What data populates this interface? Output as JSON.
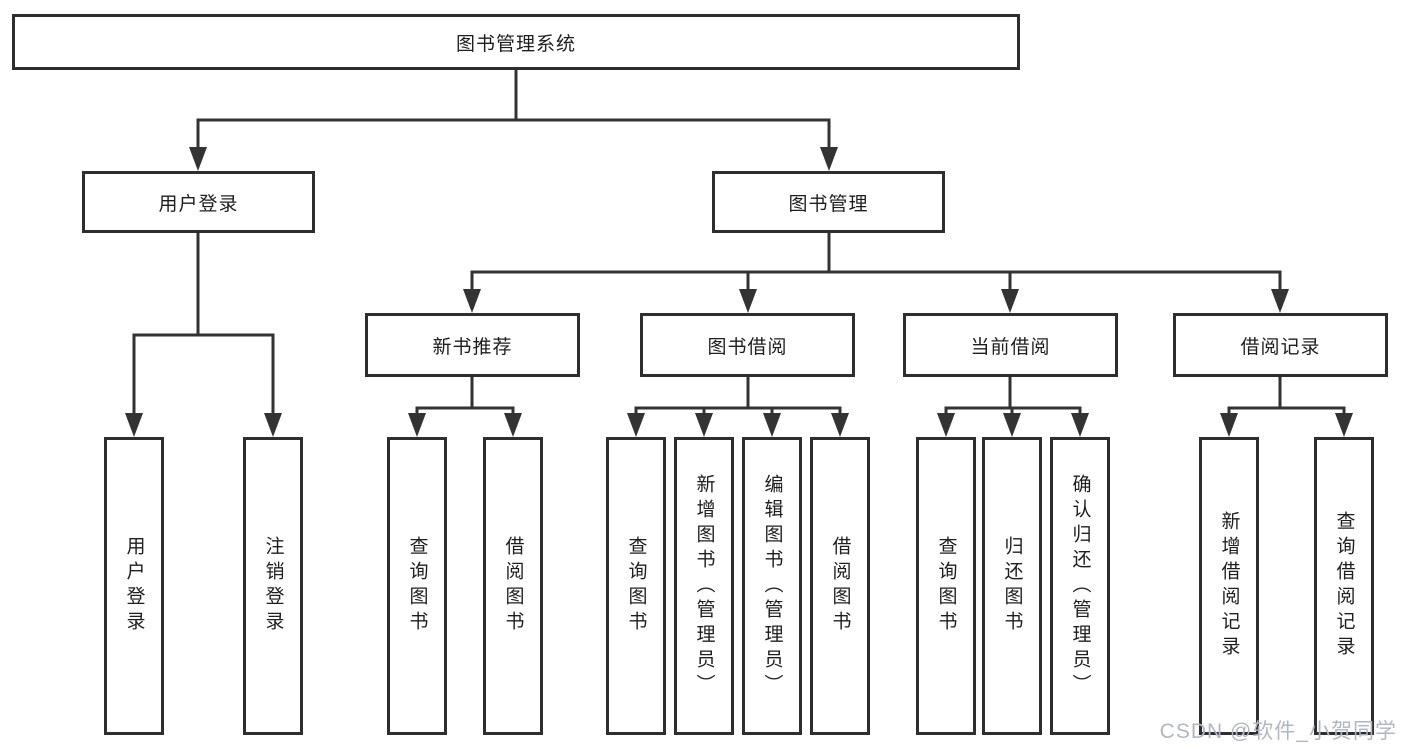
{
  "nodes": {
    "root": "图书管理系统",
    "user_login": "用户登录",
    "book_mgmt": "图书管理",
    "new_book_rec": "新书推荐",
    "book_borrow": "图书借阅",
    "current_borrow": "当前借阅",
    "borrow_record": "借阅记录",
    "leaf_user_login": "用户登录",
    "leaf_logout": "注销登录",
    "leaf_rec_query": "查询图书",
    "leaf_rec_borrow": "借阅图书",
    "leaf_bb_query": "查询图书",
    "leaf_bb_add": "新增图书（管理员）",
    "leaf_bb_edit": "编辑图书（管理员）",
    "leaf_bb_borrow": "借阅图书",
    "leaf_cb_query": "查询图书",
    "leaf_cb_return": "归还图书",
    "leaf_cb_confirm": "确认归还（管理员）",
    "leaf_br_add": "新增借阅记录",
    "leaf_br_query": "查询借阅记录"
  },
  "hierarchy": {
    "图书管理系统": {
      "用户登录": [
        "用户登录",
        "注销登录"
      ],
      "图书管理": {
        "新书推荐": [
          "查询图书",
          "借阅图书"
        ],
        "图书借阅": [
          "查询图书",
          "新增图书（管理员）",
          "编辑图书（管理员）",
          "借阅图书"
        ],
        "当前借阅": [
          "查询图书",
          "归还图书",
          "确认归还（管理员）"
        ],
        "借阅记录": [
          "新增借阅记录",
          "查询借阅记录"
        ]
      }
    }
  },
  "watermark": "CSDN @软件_小贺同学",
  "colors": {
    "line": "#333333",
    "box_border": "#2e2e2e",
    "text": "#1e1e1e",
    "watermark": "#b2b6c4",
    "background": "#ffffff"
  }
}
